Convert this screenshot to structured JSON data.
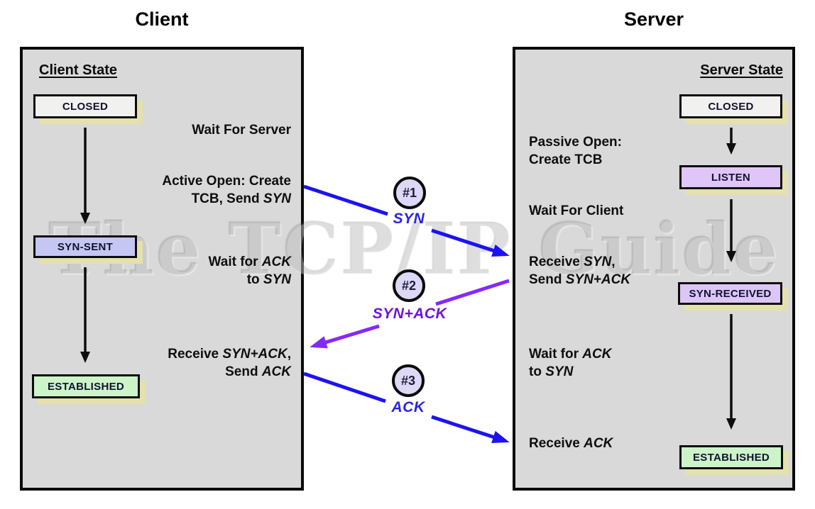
{
  "watermark": "The TCP/IP Guide",
  "client": {
    "title": "Client",
    "state_header": "Client State",
    "states": {
      "closed": "CLOSED",
      "syn_sent": "SYN-SENT",
      "established": "ESTABLISHED"
    },
    "notes": {
      "wait_server": "Wait For Server",
      "active_open_l1": "Active Open: Create",
      "active_open_l2_pre": "TCB, Send ",
      "active_open_l2_it": "SYN",
      "wait_ack_l1_pre": "Wait for ",
      "wait_ack_l1_it": "ACK",
      "wait_ack_l2_pre": "to ",
      "wait_ack_l2_it": "SYN",
      "receive_l1_pre": "Receive ",
      "receive_l1_it": "SYN+ACK",
      "receive_l1_post": ",",
      "receive_l2_pre": "Send ",
      "receive_l2_it": "ACK"
    }
  },
  "server": {
    "title": "Server",
    "state_header": "Server State",
    "states": {
      "closed": "CLOSED",
      "listen": "LISTEN",
      "syn_received": "SYN-RECEIVED",
      "established": "ESTABLISHED"
    },
    "notes": {
      "passive_open_l1": "Passive Open:",
      "passive_open_l2": "Create TCB",
      "wait_client": "Wait For Client",
      "receive_syn_l1_pre": "Receive ",
      "receive_syn_l1_it": "SYN",
      "receive_syn_l1_post": ",",
      "receive_syn_l2_pre": "Send ",
      "receive_syn_l2_it": "SYN+ACK",
      "wait_ack_l1_pre": "Wait for ",
      "wait_ack_l1_it": "ACK",
      "wait_ack_l2_pre": "to ",
      "wait_ack_l2_it": "SYN",
      "receive_ack_pre": "Receive ",
      "receive_ack_it": "ACK"
    }
  },
  "messages": [
    {
      "number": "#1",
      "label": "SYN",
      "color": "#2a23e8"
    },
    {
      "number": "#2",
      "label": "SYN+ACK",
      "color": "#6d14d8"
    },
    {
      "number": "#3",
      "label": "ACK",
      "color": "#2a23e8"
    }
  ],
  "colors": {
    "panel_bg": "#d9d9d9",
    "panel_border": "#0a0a0a",
    "closed_fill": "#f1f1ef",
    "syn_sent_fill": "#c6c6f4",
    "listen_fill": "#e0c6f8",
    "syn_received_fill": "#dcc6f6",
    "established_fill": "#cdf3c9",
    "box_shadow": "#e4e1ad",
    "circle_fill": "#dcd8f6",
    "arrow_blue": "#1c13f2",
    "arrow_purple": "#8429fb",
    "arrow_black": "#0d0d0d"
  }
}
